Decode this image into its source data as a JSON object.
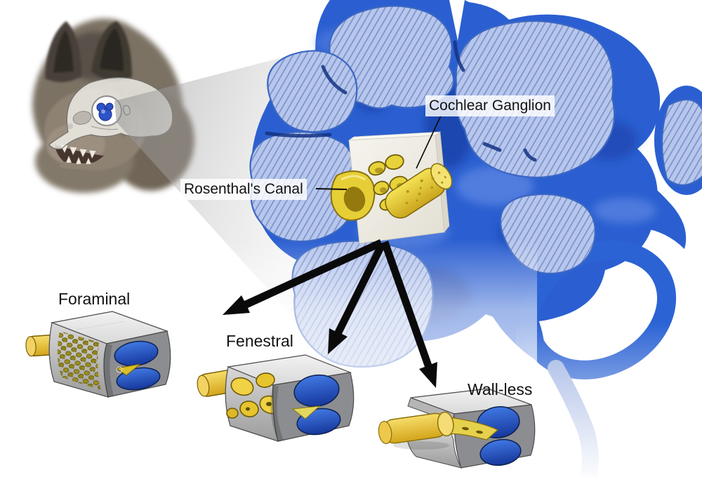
{
  "labels": {
    "cochlear_ganglion": "Cochlear Ganglion",
    "rosenthals_canal": "Rosenthal's Canal",
    "foraminal": "Foraminal",
    "fenestral": "Fenestral",
    "wall_less": "Wall-less"
  },
  "colors": {
    "cochlea_body_blue": "#2b5fd1",
    "cochlea_shadow_blue": "#16379b",
    "cross_section_fill": "#b6c6ed",
    "cross_section_hatch": "#7e93c6",
    "section_outline_blue": "#3b67c2",
    "ganglion_yellow": "#e9cf3a",
    "ganglion_shadow": "#8a700e",
    "bone_slab_white": "#f0eee7",
    "block_gray": "#c9cacb",
    "cut_face_gray": "#8b8d91",
    "scala_blue": "#2a5fd0",
    "arrow_black": "#0a0a0a",
    "label_text": "#121212",
    "label_background": "rgba(255,255,255,0.82)"
  }
}
